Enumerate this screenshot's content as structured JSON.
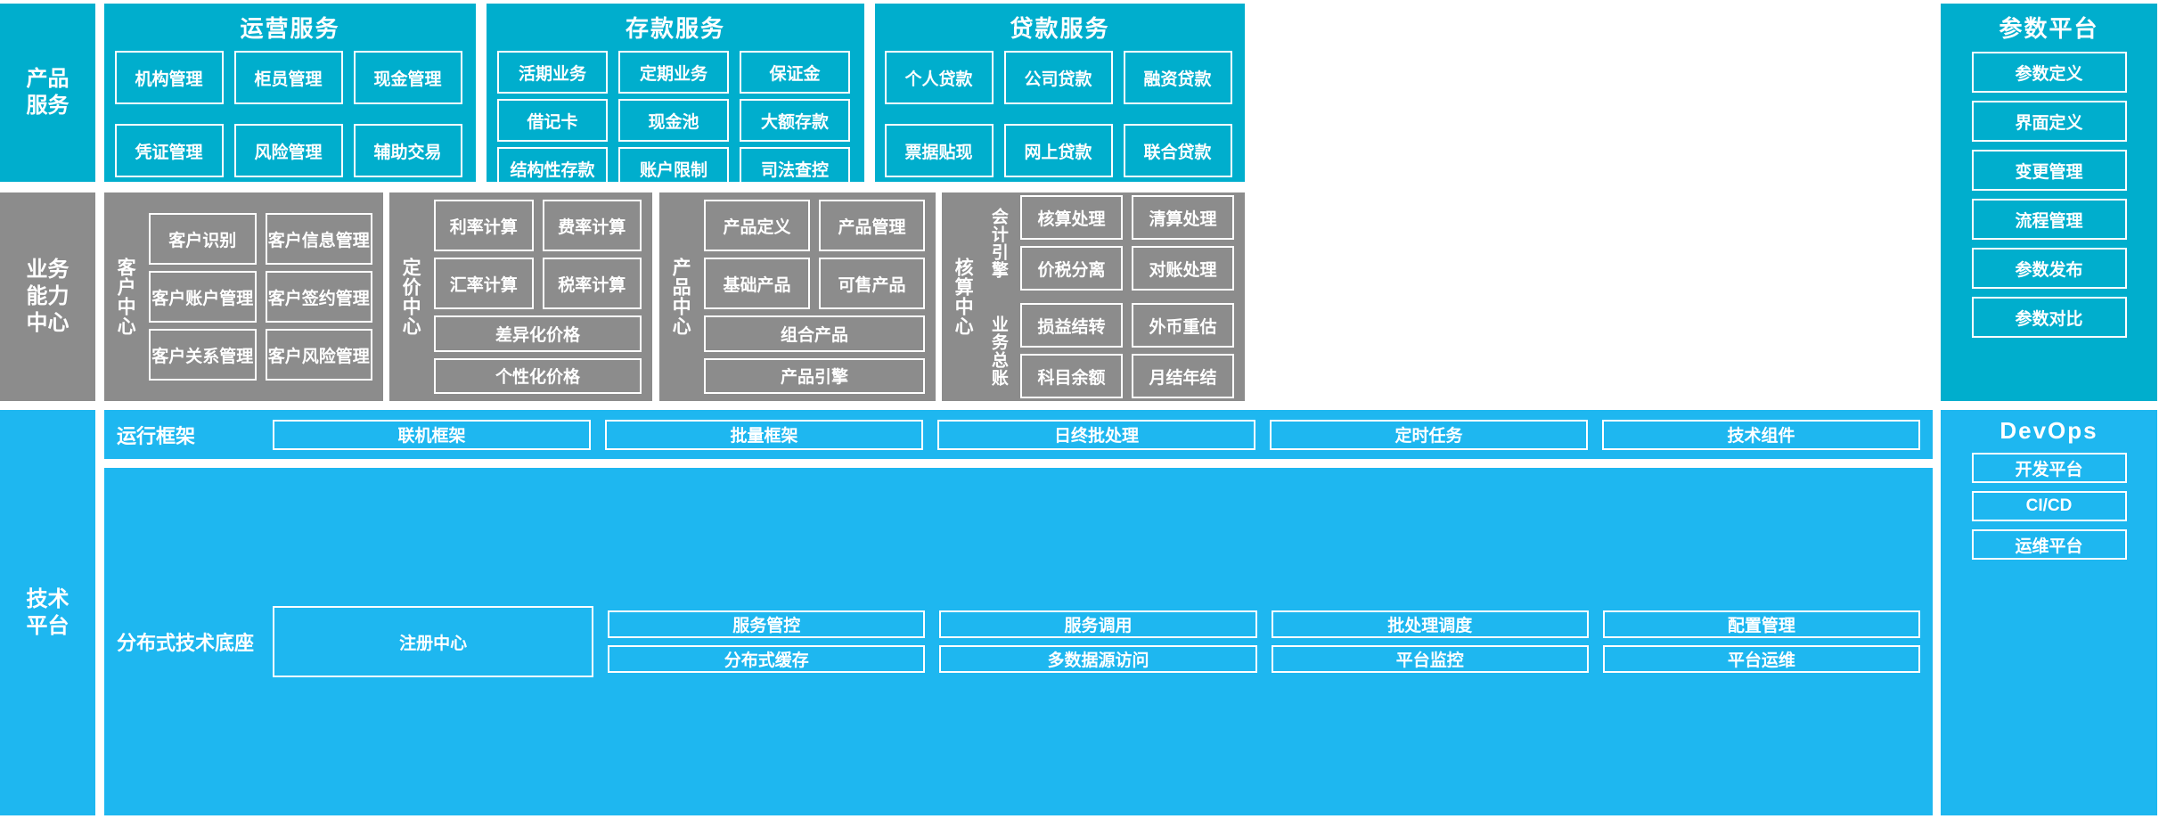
{
  "rows": {
    "product_services": {
      "label": "产品\n服务",
      "groups": [
        {
          "title": "运营服务",
          "items": [
            "机构管理",
            "柜员管理",
            "现金管理",
            "凭证管理",
            "风险管理",
            "辅助交易"
          ]
        },
        {
          "title": "存款服务",
          "items": [
            "活期业务",
            "定期业务",
            "保证金",
            "借记卡",
            "现金池",
            "大额存款",
            "结构性存款",
            "账户限制",
            "司法查控"
          ]
        },
        {
          "title": "贷款服务",
          "items": [
            "个人贷款",
            "公司贷款",
            "融资贷款",
            "票据贴现",
            "网上贷款",
            "联合贷款"
          ]
        }
      ]
    },
    "business_capability": {
      "label": "业务\n能力\n中心",
      "centers": [
        {
          "name": "客户中心",
          "rows": [
            [
              "客户识别",
              "客户信息管理"
            ],
            [
              "客户账户管理",
              "客户签约管理"
            ],
            [
              "客户关系管理",
              "客户风险管理"
            ]
          ]
        },
        {
          "name": "定价中心",
          "rows": [
            [
              "利率计算",
              "费率计算"
            ],
            [
              "汇率计算",
              "税率计算"
            ]
          ],
          "wide": [
            "差异化价格",
            "个性化价格"
          ]
        },
        {
          "name": "产品中心",
          "rows": [
            [
              "产品定义",
              "产品管理"
            ],
            [
              "基础产品",
              "可售产品"
            ]
          ],
          "wide": [
            "组合产品",
            "产品引擎"
          ]
        },
        {
          "name": "核算中心",
          "subgroups": [
            {
              "name": "会计引擎",
              "rows": [
                [
                  "核算处理",
                  "清算处理"
                ],
                [
                  "价税分离",
                  "对账处理"
                ]
              ]
            },
            {
              "name": "业务总账",
              "rows": [
                [
                  "损益结转",
                  "外币重估"
                ],
                [
                  "科目余额",
                  "月结年结"
                ]
              ]
            }
          ]
        }
      ]
    },
    "technical_platform": {
      "label": "技术\n平台",
      "bands": [
        {
          "title": "运行框架",
          "items": [
            "联机框架",
            "批量框架",
            "日终批处理",
            "定时任务",
            "技术组件"
          ]
        },
        {
          "title": "分布式技术底座",
          "anchor": "注册中心",
          "columns": [
            [
              "服务管控",
              "分布式缓存"
            ],
            [
              "服务调用",
              "多数据源访问"
            ],
            [
              "批处理调度",
              "平台监控"
            ],
            [
              "配置管理",
              "平台运维"
            ]
          ]
        }
      ]
    }
  },
  "right_rail": {
    "param_platform": {
      "title": "参数平台",
      "items": [
        "参数定义",
        "界面定义",
        "变更管理",
        "流程管理",
        "参数发布",
        "参数对比"
      ]
    },
    "devops": {
      "title": "DevOps",
      "items": [
        "开发平台",
        "CI/CD",
        "运维平台"
      ]
    }
  },
  "colors": {
    "teal": "#00AECD",
    "gray": "#8C8C8C",
    "blue": "#1EB7F0",
    "border": "#FFFFFF"
  }
}
